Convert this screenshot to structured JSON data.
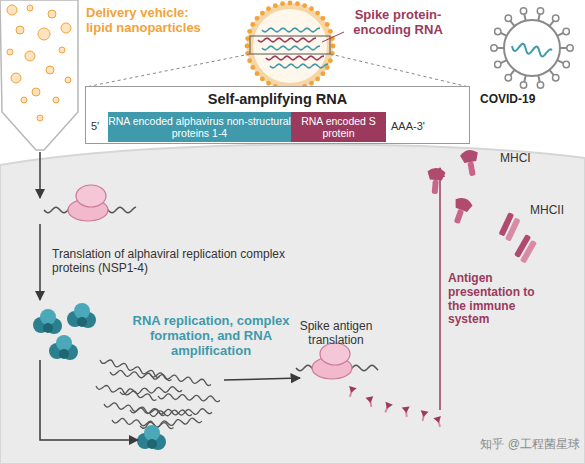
{
  "diagram": {
    "nodes": [
      {
        "text": [
          "Self-amplifying RNA",
          "5'",
          "AAA-3'"
        ]
      },
      {
        "text": [
          "RNA encoded alphavirus non-structural proteins 1-4"
        ],
        "in": 0
      },
      {
        "text": [
          "RNA encoded S protein"
        ],
        "in": 0
      }
    ],
    "labels": [
      "Delivery vehicle: lipid nanoparticles",
      "Spike protein-encoding RNA",
      "COVID-19",
      "Translation of alphaviral replication complex proteins (NSP1-4)",
      "RNA replication, complex formation, and RNA amplification",
      "Spike antigen translation",
      "Antigen presentation to the immune system",
      "MHCI",
      "MHCII",
      "知乎 @工程菌星球"
    ]
  }
}
